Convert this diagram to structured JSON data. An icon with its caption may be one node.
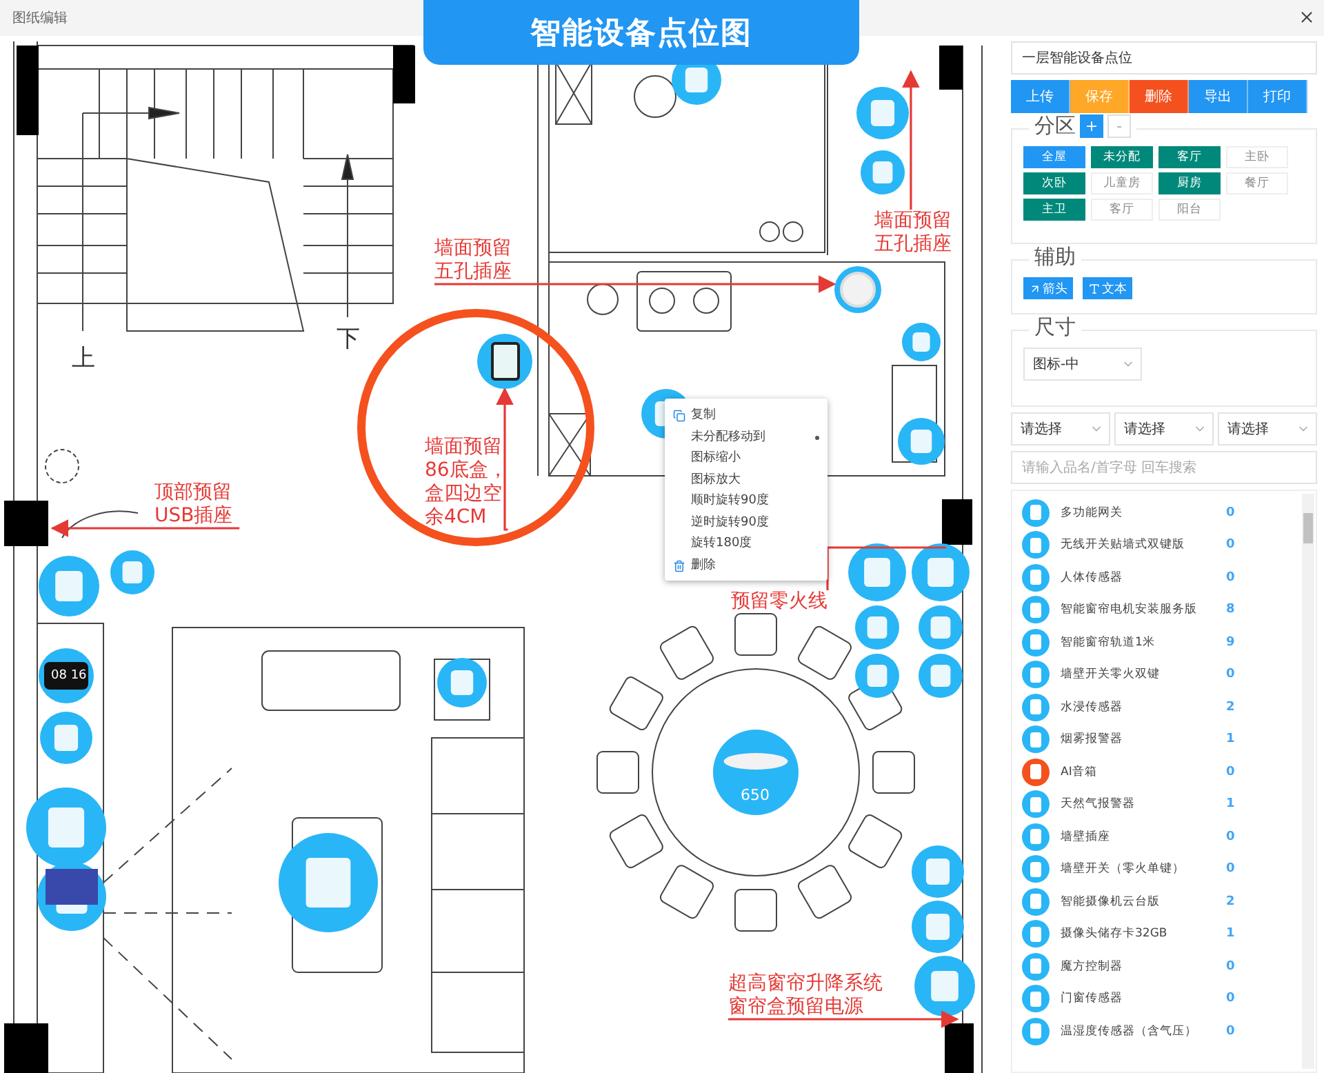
{
  "diagram": {
    "title": "智能设备点位图",
    "nodes": [
      {
        "text": [
          "墙面预留五孔插座"
        ]
      },
      {
        "text": [
          "墙面预留五孔插座"
        ]
      },
      {
        "text": [
          "墙面预留86底盒，盒四边空余4CM"
        ]
      },
      {
        "text": [
          "顶部预留USB插座"
        ]
      },
      {
        "text": [
          "预留零火线"
        ]
      },
      {
        "text": [
          "超高窗帘升降系统窗帘盒预留电源"
        ]
      },
      {
        "text": [],
        "shape": "circle"
      },
      {
        "text": [],
        "shape": "circle"
      }
    ],
    "edges": [
      {
        "from": 0,
        "to": 7,
        "arrow": "to"
      },
      {
        "from": 1,
        "to": null,
        "arrow": "to"
      },
      {
        "from": 2,
        "to": 6,
        "arrow": "to"
      },
      {
        "from": 3,
        "to": null,
        "arrow": "to"
      },
      {
        "from": 4,
        "to": null,
        "arrow": "none"
      },
      {
        "from": 5,
        "to": null,
        "arrow": "to"
      }
    ],
    "labels": [
      "图纸编辑",
      "上",
      "下",
      "复制",
      "未分配移动到",
      "图标缩小",
      "图标放大",
      "顺时旋转90度",
      "逆时旋转90度",
      "旋转180度",
      "删除",
      "08 16",
      "650",
      "一层智能设备点位",
      "上传",
      "保存",
      "删除",
      "导出",
      "打印",
      "分区",
      "+",
      "-",
      "全屋",
      "未分配",
      "客厅",
      "主卧",
      "次卧",
      "儿童房",
      "厨房",
      "餐厅",
      "主卫",
      "客厅",
      "阳台",
      "辅助",
      "箭头",
      "文本",
      "尺寸",
      "图标-中",
      "请选择",
      "请选择",
      "请选择",
      "请输入品名/首字母 回车搜索",
      "多功能网关",
      "0",
      "无线开关贴墙式双键版",
      "0",
      "人体传感器",
      "0",
      "智能窗帘电机安装服务版",
      "8",
      "智能窗帘轨道1米",
      "9",
      "墙壁开关零火双键",
      "0",
      "水浸传感器",
      "2",
      "烟雾报警器",
      "1",
      "AI音箱",
      "0",
      "天然气报警器",
      "1",
      "墙壁插座",
      "0",
      "墙壁开关（零火单键）",
      "0",
      "智能摄像机云台版",
      "2",
      "摄像头储存卡32GB",
      "1",
      "魔方控制器",
      "0",
      "门窗传感器",
      "0",
      "温湿度传感器（含气压）",
      "0"
    ]
  }
}
